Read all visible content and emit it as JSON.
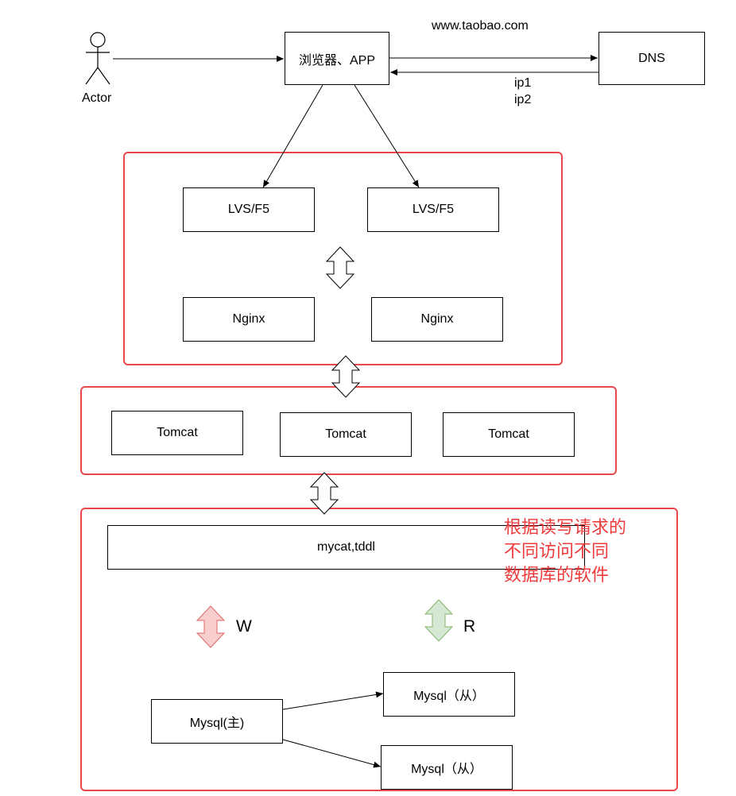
{
  "actor": {
    "label": "Actor"
  },
  "browser": {
    "label": "浏览器、APP"
  },
  "dns": {
    "label": "DNS"
  },
  "url": "www.taobao.com",
  "ips": [
    "ip1",
    "ip2"
  ],
  "lb_group": {
    "lvs": [
      "LVS/F5",
      "LVS/F5"
    ],
    "nginx": [
      "Nginx",
      "Nginx"
    ]
  },
  "app_group": {
    "tomcats": [
      "Tomcat",
      "Tomcat",
      "Tomcat"
    ]
  },
  "db_group": {
    "middleware": "mycat,tddl",
    "note_lines": [
      "根据读写请求的",
      "不同访问不同",
      "数据库的软件"
    ],
    "write_label": "W",
    "read_label": "R",
    "master": "Mysql(主)",
    "slaves": [
      "Mysql（从）",
      "Mysql（从）"
    ]
  },
  "colors": {
    "group_border": "#e8474b",
    "note": "#ef3b3b",
    "write_fill": "#f8cecc",
    "write_stroke": "#e06666",
    "read_fill": "#d5e8d4",
    "read_stroke": "#82b366"
  }
}
